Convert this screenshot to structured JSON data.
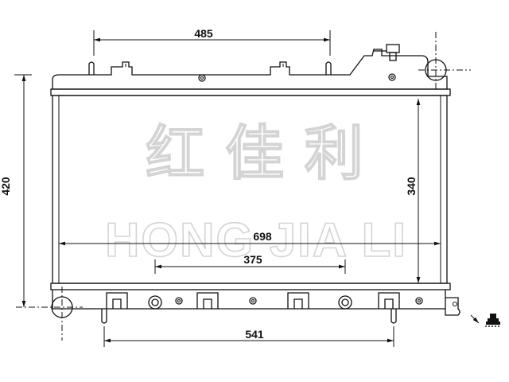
{
  "dimensions": {
    "top_width": "485",
    "overall_height": "420",
    "core_height": "340",
    "overall_width": "698",
    "inner_width": "375",
    "bottom_width": "541"
  },
  "watermark": {
    "chinese": "红 佳 利",
    "english": "HONG JIA LI"
  },
  "colors": {
    "line": "#111111",
    "watermark_outline": "#d4d4d4"
  }
}
